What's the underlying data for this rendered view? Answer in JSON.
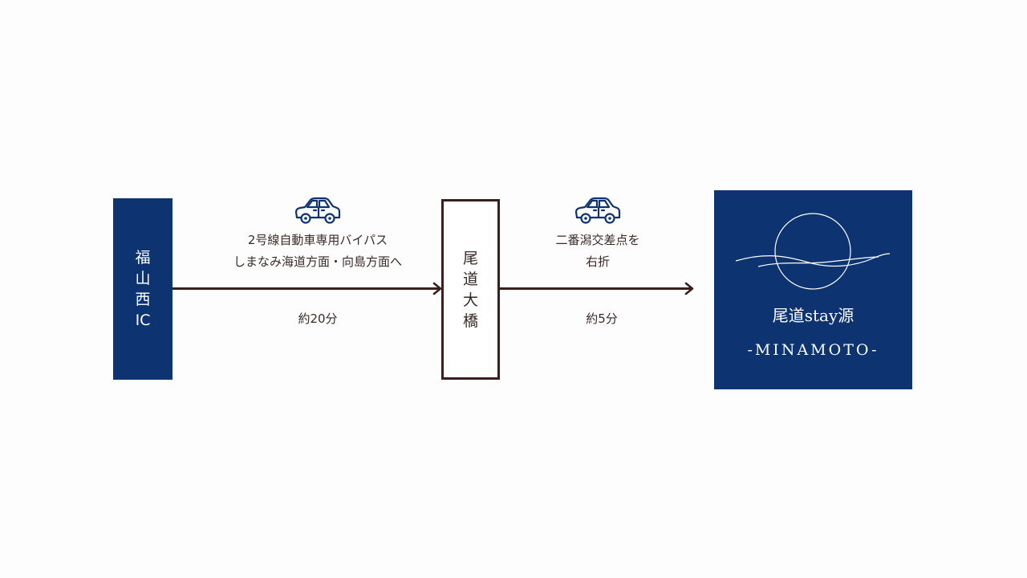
{
  "start": {
    "chars": [
      "福",
      "山",
      "西",
      "IC"
    ]
  },
  "midpoint": {
    "chars": [
      "尾",
      "道",
      "大",
      "橋"
    ]
  },
  "leg1": {
    "icon": "car-icon",
    "lines": [
      "2号線自動車専用バイパス",
      "しまなみ海道方面・向島方面へ"
    ],
    "time": "約20分"
  },
  "leg2": {
    "icon": "car-icon",
    "lines": [
      "二番潟交差点を",
      "右折"
    ],
    "time": "約5分"
  },
  "destination": {
    "name": "尾道stay源",
    "subtitle": "-MINAMOTO-"
  },
  "colors": {
    "navy": "#0d3470",
    "line": "#3a1f1c",
    "text": "#3a2a26",
    "background": "#fdfdfd"
  }
}
